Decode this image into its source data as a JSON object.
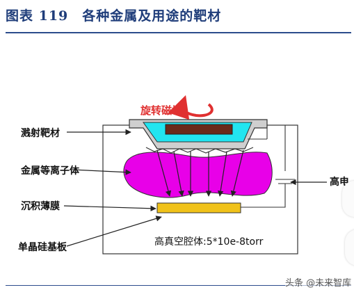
{
  "header": {
    "title": "图表 119　各种金属及用途的靶材"
  },
  "diagram": {
    "rotating_field_label": "旋转磁场",
    "labels": {
      "sputter_target": "溅射靶材",
      "metal_plasma": "金属等离子体",
      "deposited_film": "沉积薄膜",
      "silicon_substrate": "单晶硅基板",
      "high_voltage": "高电",
      "vacuum_chamber": "高真空腔体:5*10e-8torr"
    }
  },
  "watermark": "头条 @未来智库",
  "colors": {
    "title": "#1f3d7a",
    "rule": "#2b4c8c",
    "plasma": "#e800e8",
    "target_fill": "#22e5f0",
    "target_core": "#6b2a1a",
    "substrate": "#f0c21a",
    "rotation_arrow": "#e03030",
    "holder": "#cfcfcf"
  }
}
